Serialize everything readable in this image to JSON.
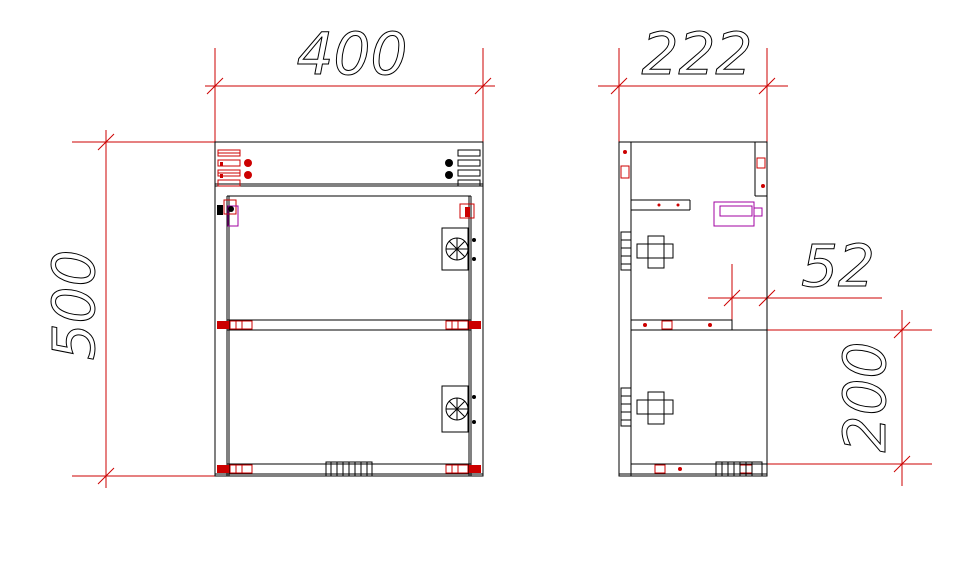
{
  "drawing": {
    "colors": {
      "outline": "#000000",
      "dimension": "#cc0000",
      "hardware": "#cc0000",
      "accent": "#a000a0"
    },
    "dimensions": {
      "front_width": "400",
      "front_height": "500",
      "side_depth": "222",
      "shelf_offset": "52",
      "lower_height": "200"
    }
  }
}
